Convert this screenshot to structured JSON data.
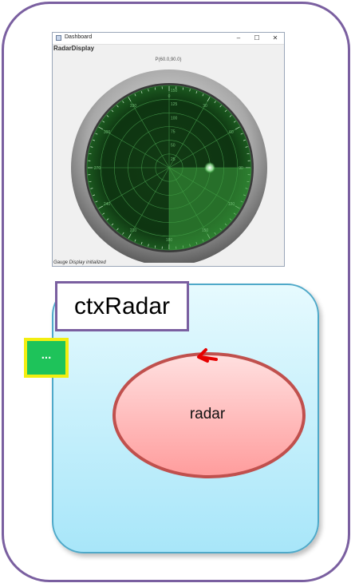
{
  "window": {
    "title": "Dashboard",
    "minimize": "–",
    "maximize": "☐",
    "close": "✕",
    "panel_title": "RadarDisplay",
    "readout": "P(60.0,90.0)",
    "status": "Gauge Display initialized"
  },
  "gauge": {
    "range_labels": [
      "25",
      "50",
      "75",
      "100",
      "125",
      "150"
    ],
    "bearing_labels": [
      "0",
      "30",
      "60",
      "90",
      "120",
      "150",
      "180",
      "210",
      "240",
      "270",
      "300",
      "330"
    ],
    "colors": {
      "screen": "#0f3d12",
      "grid": "#3f8f45",
      "bezel": "#8c8c8c"
    }
  },
  "diagram": {
    "context_label": "ctxRadar",
    "port_label": "...",
    "actor_label": "radar",
    "colors": {
      "context_fill": "#c9f1fc",
      "actor_fill": "#ffc9c9",
      "actor_border": "#c0504d"
    }
  }
}
